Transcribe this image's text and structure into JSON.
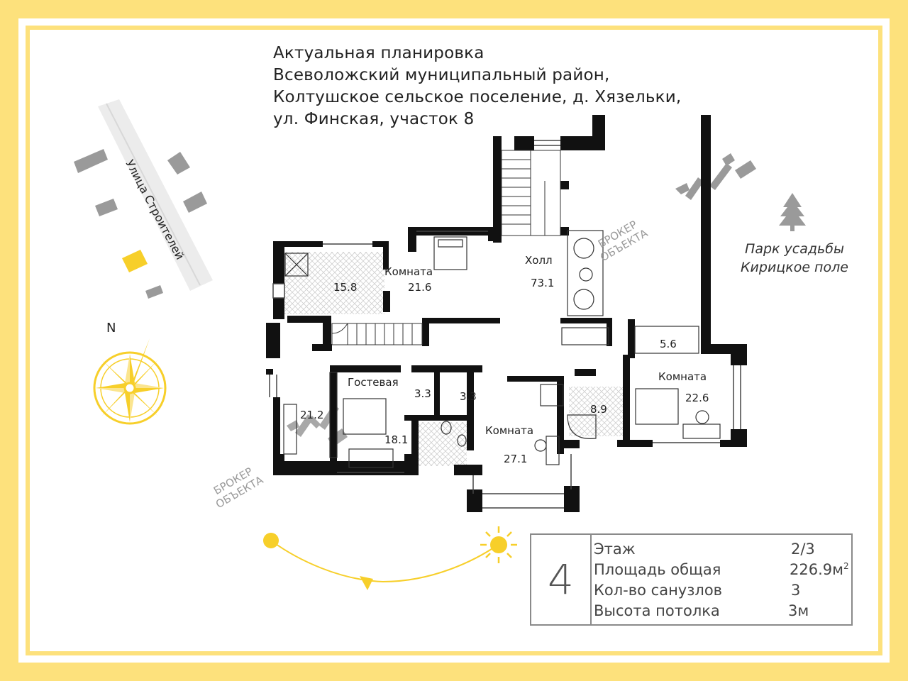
{
  "header": {
    "line1": "Актуальная планировка",
    "line2": "Всеволожский муниципальный район,",
    "line3": "Колтушское сельское поселение, д. Хязельки,",
    "line4": "ул. Финская, участок 8"
  },
  "map": {
    "street": "Улица Строителей",
    "north": "N",
    "park_line1": "Парк усадьбы",
    "park_line2": "Кирицкое поле",
    "broker_line1": "БРОКЕР",
    "broker_line2": "ОБЪЕКТА"
  },
  "rooms": {
    "r15_8": "15.8",
    "room_label_a": "Комната",
    "r21_6": "21.6",
    "hall_label": "Холл",
    "r73_1": "73.1",
    "r5_6": "5.6",
    "room_label_b": "Комната",
    "r22_6": "22.6",
    "r21_2": "21.2",
    "guest_label": "Гостевая",
    "r18_1": "18.1",
    "r3_3a": "3.3",
    "r3_3b": "3.3",
    "room_label_c": "Комната",
    "r27_1": "27.1",
    "r8_9": "8.9"
  },
  "info": {
    "apartment_number": "4",
    "rows": [
      {
        "label": "Этаж",
        "value": "2/3"
      },
      {
        "label": "Площадь общая",
        "value": "226.9м",
        "sup": "2"
      },
      {
        "label": "Кол-во санузлов",
        "value": "3"
      },
      {
        "label": "Высота потолка",
        "value": "3м"
      }
    ]
  },
  "colors": {
    "accent": "#fde17c",
    "sun": "#f7cf2a",
    "wall": "#111111",
    "building_block": "#9a9a9a"
  }
}
